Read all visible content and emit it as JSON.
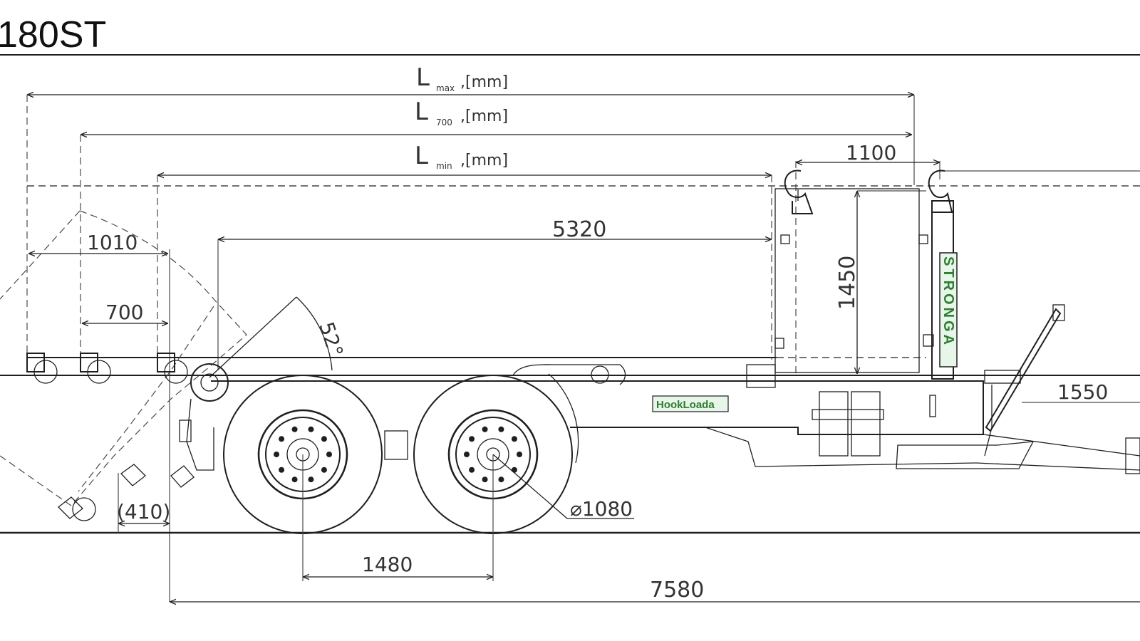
{
  "title": "180ST",
  "labels": {
    "l_max": {
      "main": "L",
      "sub": "max",
      "unit": ",[mm]"
    },
    "l_700": {
      "main": "L",
      "sub": "700",
      "unit": ",[mm]"
    },
    "l_min": {
      "main": "L",
      "sub": "min",
      "unit": ",[mm]"
    },
    "brand_vertical": "STRONGA",
    "brand_plate": "HookLoada"
  },
  "dimensions": {
    "d1100": "1100",
    "d5320": "5320",
    "d1010": "1010",
    "d700": "700",
    "d1450": "1450",
    "angle": "52°",
    "d1550": "1550",
    "d410": "(410)",
    "wheel": "⌀1080",
    "d1480": "1480",
    "d7580": "7580"
  },
  "colors": {
    "line": "#1f1f1f",
    "brand_green": "#2e7d32",
    "brand_bg": "#e8f5e9"
  }
}
